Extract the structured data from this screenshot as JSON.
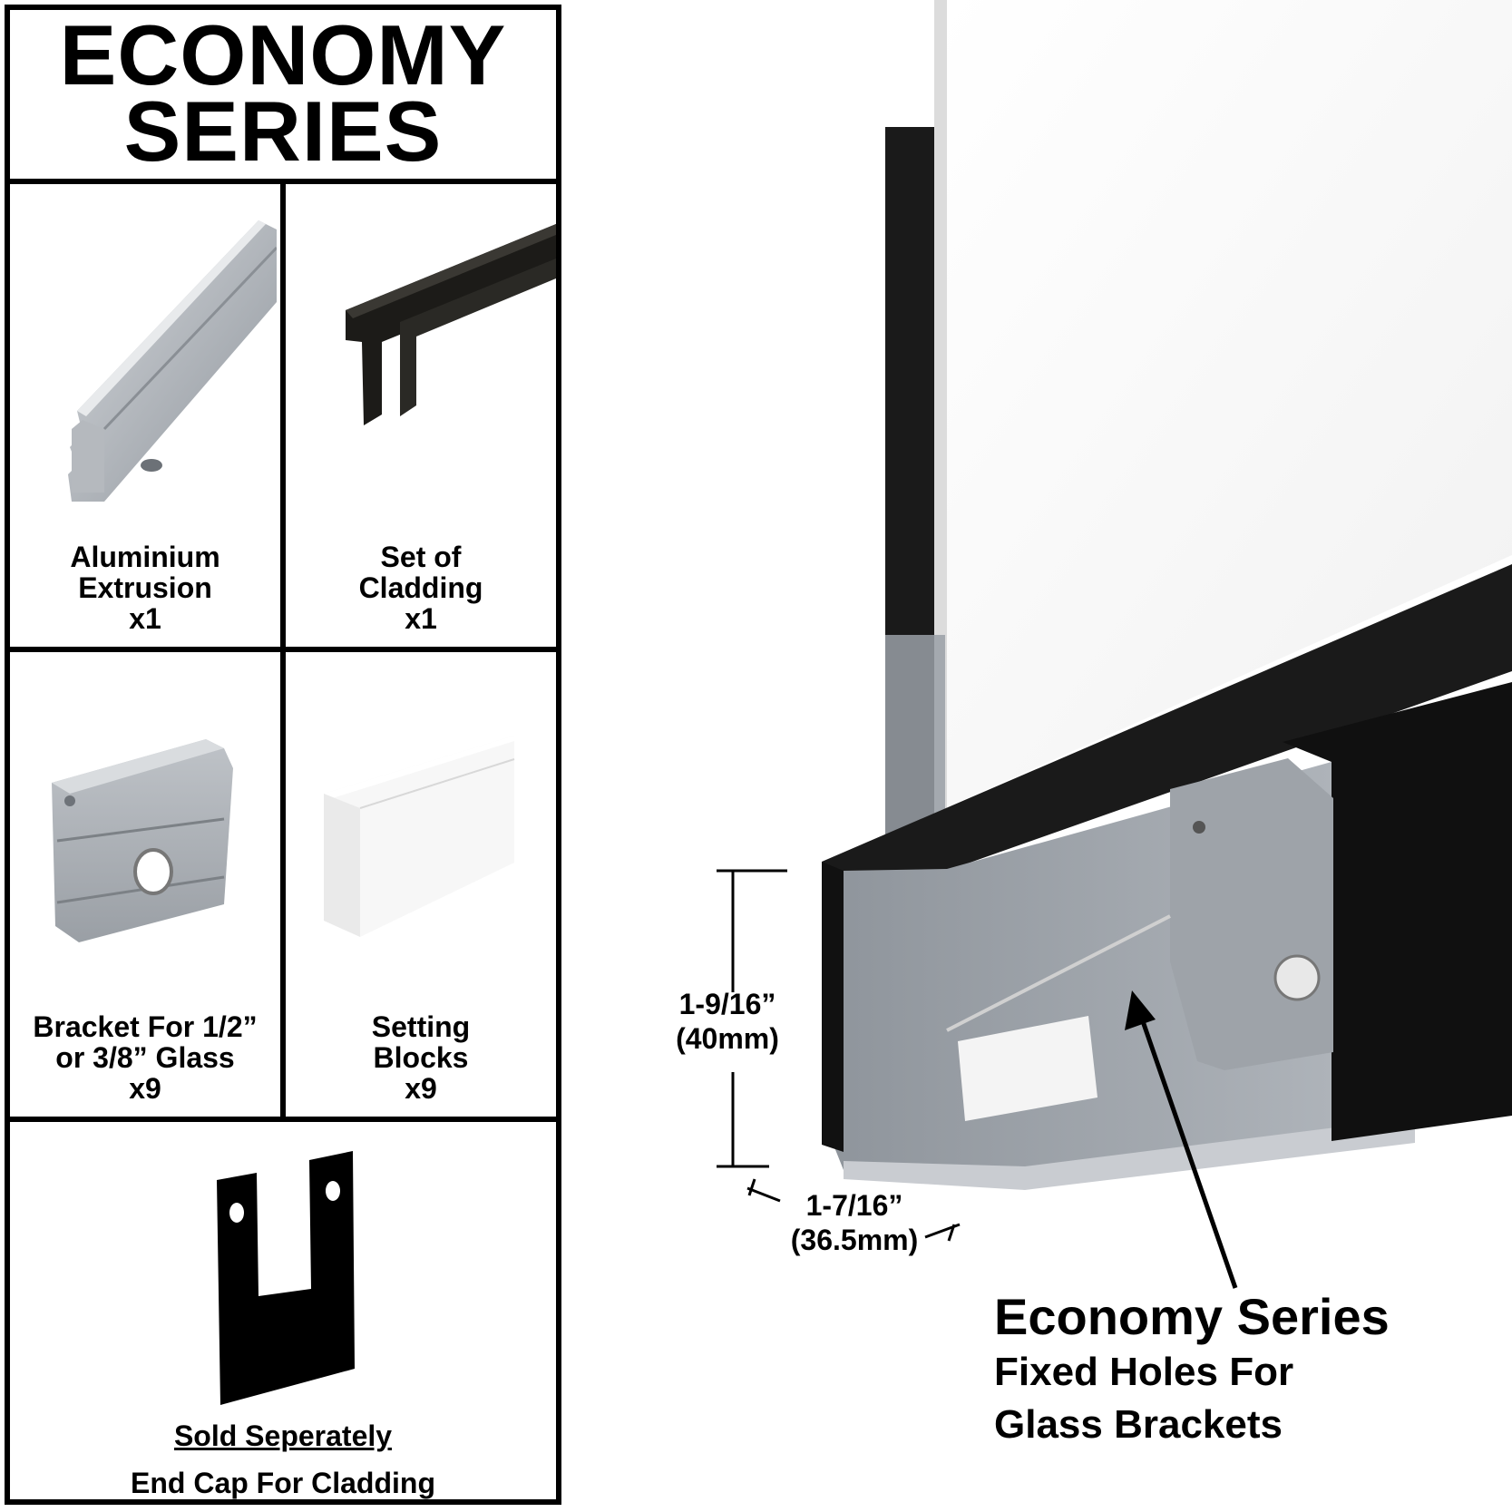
{
  "title": {
    "line1": "ECONOMY",
    "line2": "SERIES"
  },
  "items": [
    {
      "name": "Aluminium",
      "name2": "Extrusion",
      "qty": "x1"
    },
    {
      "name": "Set of",
      "name2": "Cladding",
      "qty": "x1"
    },
    {
      "name": "Bracket For 1/2”",
      "name2": "or 3/8” Glass",
      "qty": "x9"
    },
    {
      "name": "Setting",
      "name2": "Blocks",
      "qty": "x9"
    }
  ],
  "end_cap": {
    "note": "Sold Seperately ",
    "label": "End Cap For Cladding"
  },
  "dimensions": {
    "height": {
      "imperial": "1-9/16”",
      "metric": "(40mm)"
    },
    "width": {
      "imperial": "1-7/16”",
      "metric": "(36.5mm)"
    }
  },
  "callout": {
    "title": "Economy Series",
    "line1": "Fixed Holes For",
    "line2": "Glass Brackets"
  },
  "colors": {
    "aluminium": "#a9adb3",
    "aluminium_light": "#c9ccd1",
    "cladding": "#111111",
    "glass_edge": "#1a1a1a"
  }
}
